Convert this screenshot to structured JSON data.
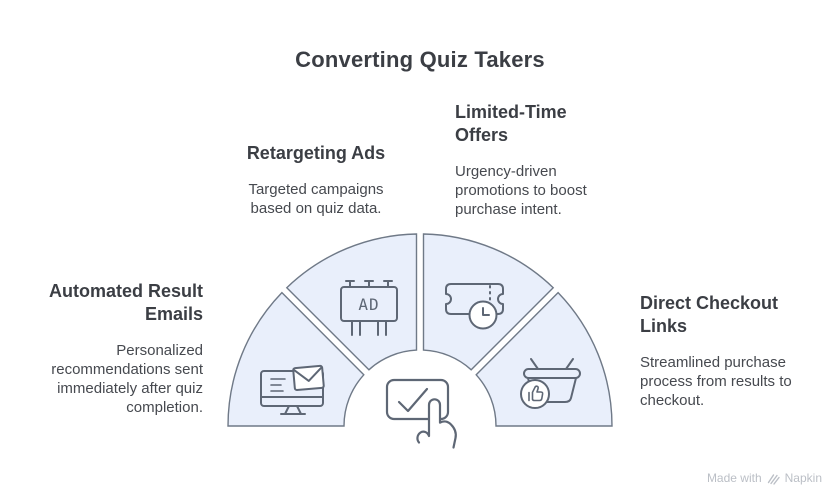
{
  "title": "Converting Quiz Takers",
  "diagram_type": "semicircle-fan-4-segments",
  "items": [
    {
      "id": "automated-result-emails",
      "title": "Automated Result Emails",
      "description": "Personalized recommendations sent immediately after quiz completion.",
      "icon": "monitor-email-icon",
      "position": "left"
    },
    {
      "id": "retargeting-ads",
      "title": "Retargeting Ads",
      "description": "Targeted campaigns based on quiz data.",
      "icon": "billboard-ad-icon",
      "position": "top-left"
    },
    {
      "id": "limited-time-offers",
      "title": "Limited-Time Offers",
      "description": "Urgency-driven promotions to boost purchase intent.",
      "icon": "ticket-clock-icon",
      "position": "top-right"
    },
    {
      "id": "direct-checkout-links",
      "title": "Direct Checkout Links",
      "description": "Streamlined purchase process from results to checkout.",
      "icon": "basket-thumbs-up-icon",
      "position": "right"
    }
  ],
  "fan": {
    "billboard_text": "AD",
    "center_icon": "checkbox-click-icon",
    "segment_count": 4
  },
  "watermark": {
    "prefix": "Made with",
    "brand": "Napkin"
  },
  "colors": {
    "segment_fill": "#E9EFFB",
    "segment_stroke": "#6F7987",
    "icon_stroke": "#5E6775",
    "heading_text": "#3B3E44",
    "body_text": "#46494F",
    "watermark_text": "#BBBFC6",
    "background": "#FFFFFF"
  }
}
